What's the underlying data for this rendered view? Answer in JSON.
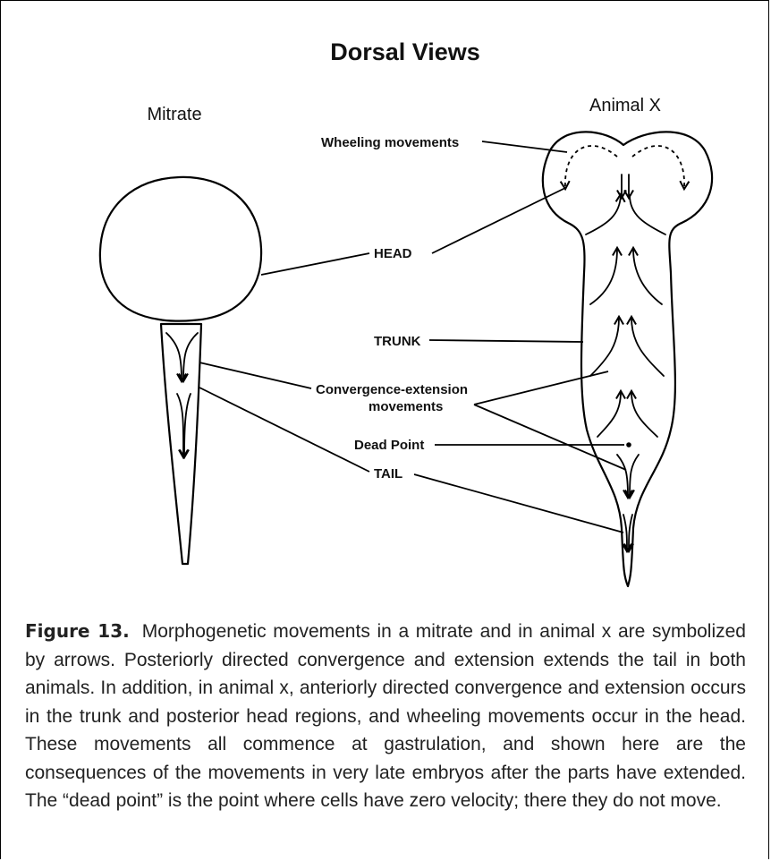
{
  "diagram": {
    "title": "Dorsal Views",
    "left_label": "Mitrate",
    "right_label": "Animal X",
    "labels": {
      "wheeling": "Wheeling movements",
      "head": "HEAD",
      "trunk": "TRUNK",
      "convergence_line1": "Convergence-extension",
      "convergence_line2": "movements",
      "dead_point": "Dead Point",
      "tail": "TAIL"
    }
  },
  "caption": {
    "figure_label": "Figure 13.",
    "text": "Morphogenetic movements in a mitrate and in animal x are symbolized by arrows. Posteriorly directed convergence and extension extends the tail in both animals. In addition, in animal x, anteriorly directed convergence and extension occurs in the trunk and posterior head regions, and wheeling movements occur in the head. These movements all commence at gastrulation, and shown here are the consequences of the movements in very late embryos after the parts have extended. The “dead point” is the point where cells have zero velocity; there they do not move."
  }
}
